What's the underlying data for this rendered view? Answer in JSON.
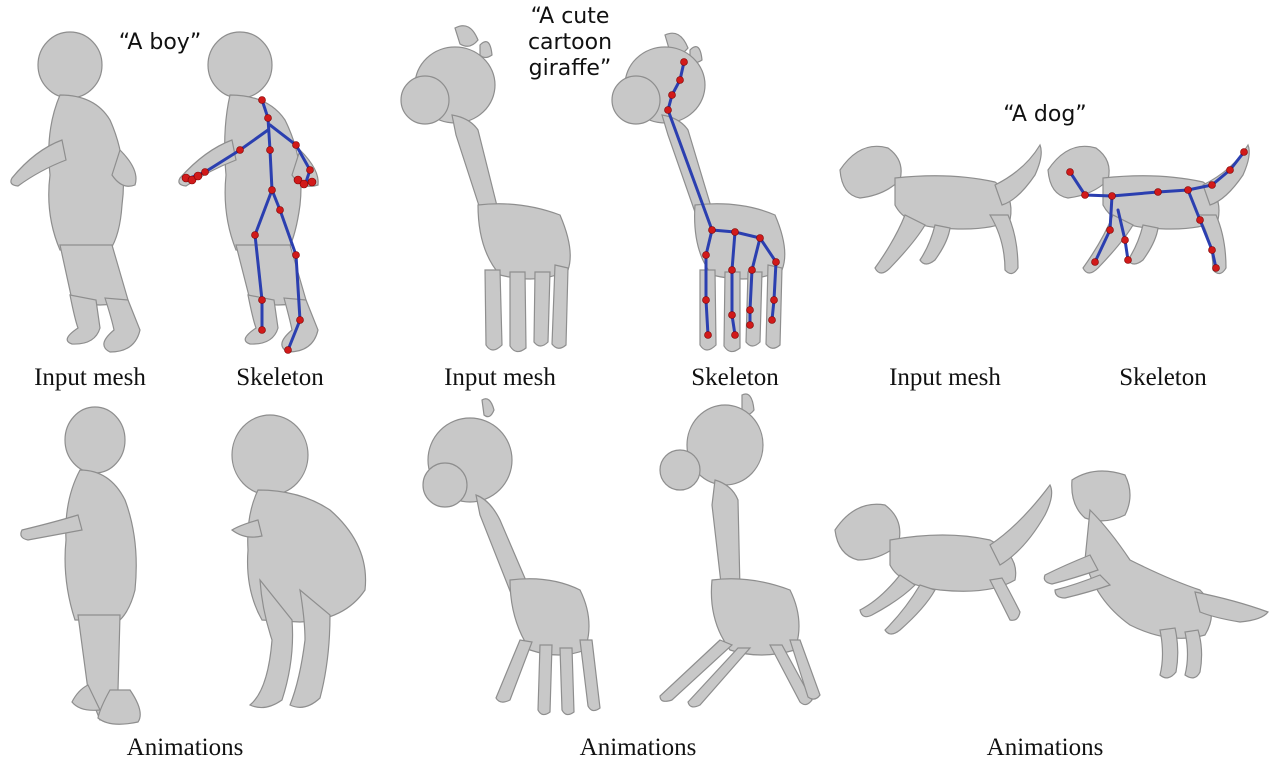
{
  "prompts": {
    "boy": "“A boy”",
    "giraffe": "“A cute\ncartoon\ngiraffe”",
    "dog": "“A dog”"
  },
  "captions": {
    "input_mesh": "Input mesh",
    "skeleton": "Skeleton",
    "animations": "Animations"
  }
}
